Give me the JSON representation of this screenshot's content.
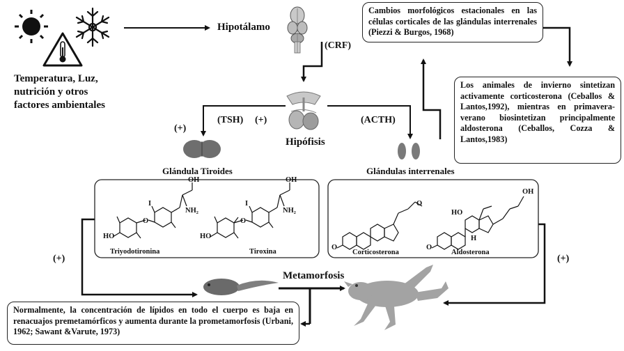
{
  "environment": {
    "label_line1": "Temperatura, Luz,",
    "label_line2": "nutrición y otros",
    "label_line3": "factores ambientales"
  },
  "hypothalamus": {
    "label": "Hipotálamo",
    "hormone": "(CRF)"
  },
  "pituitary": {
    "label": "Hipófisis",
    "hormone_left": "(TSH)",
    "hormone_right": "(ACTH)",
    "plus_left": "(+)",
    "plus_mid": "(+)"
  },
  "thyroid": {
    "label": "Glándula  Tiroides",
    "molecule_1": "Triyodotironina",
    "molecule_2": "Tiroxina",
    "atom_labels": [
      "OH",
      "O",
      "NH₂",
      "I",
      "HO",
      "O"
    ]
  },
  "interrenal": {
    "label": "Glándulas  interrenales",
    "molecule_1": "Corticosterona",
    "molecule_2": "Aldosterona",
    "atom_labels": [
      "O",
      "H",
      "HO",
      "OH"
    ]
  },
  "metamorphosis": {
    "label": "Metamorfosis",
    "plus_left": "(+)",
    "plus_right": "(+)"
  },
  "notes": {
    "seasonal": "Cambios morfológicos estacionales en las células corticales de las glándulas interrenales  (Piezzi & Burgos, 1968)",
    "winter": "Los animales de invierno sintetizan activamente corticosterona (Ceballos & Lantos,1992), mientras en primavera-verano biosintetizan principalmente aldosterona (Ceballos, Cozza & Lantos,1983)",
    "lipids": "Normalmente, la concentración de lípidos  en todo el cuerpo es baja en renacuajos premetamórficos  y aumenta durante  la prometamorfosis  (Urbani,  1962; Sawant &Varute, 1973)"
  },
  "icons": [
    "sun-icon",
    "snowflake-icon",
    "thermometer-warning-icon",
    "brain-icon",
    "pituitary-icon",
    "thyroid-gland-icon",
    "interrenal-glands-icon",
    "tadpole-icon",
    "frog-icon"
  ]
}
